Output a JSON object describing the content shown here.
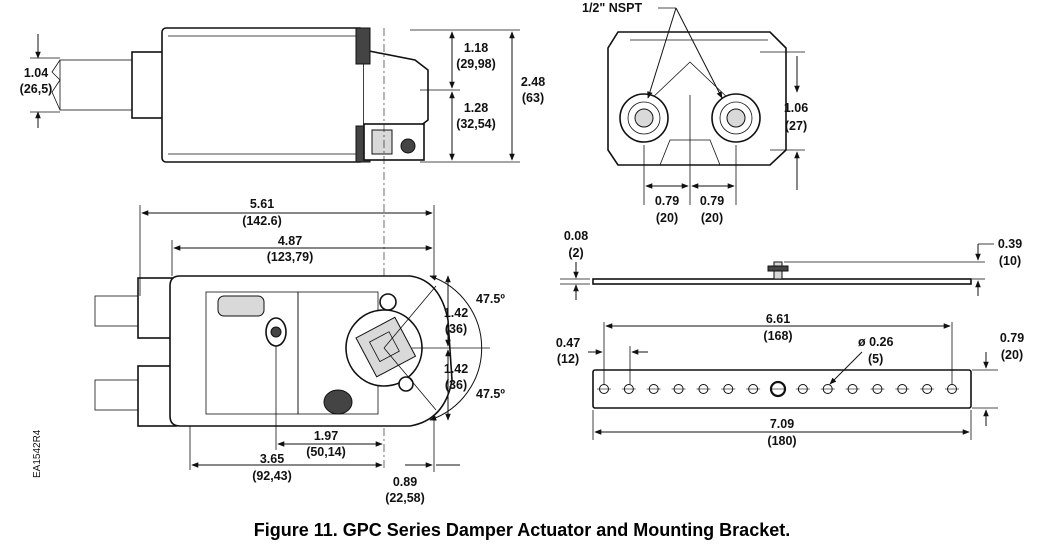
{
  "caption": "Figure 11.  GPC Series Damper Actuator and Mounting Bracket.",
  "doc_code": "EA1542R4",
  "top_view": {
    "cable_in": "1.04",
    "cable_mm": "(26,5)",
    "upper_in": "1.18",
    "upper_mm": "(29,98)",
    "lower_in": "1.28",
    "lower_mm": "(32,54)",
    "total_in": "2.48",
    "total_mm": "(63)"
  },
  "end_view": {
    "conduit_label": "1/2\" NSPT",
    "height_in": "1.06",
    "height_mm": "(27)",
    "left_in": "0.79",
    "left_mm": "(20)",
    "right_in": "0.79",
    "right_mm": "(20)"
  },
  "front_view": {
    "length_in": "5.61",
    "length_mm": "(142.6)",
    "inner_in": "4.87",
    "inner_mm": "(123,79)",
    "upper_half_in": "1.42",
    "upper_half_mm": "(36)",
    "lower_half_in": "1.42",
    "lower_half_mm": "(36)",
    "angle_top": "47.5º",
    "angle_bottom": "47.5º",
    "shaft_in": "1.97",
    "shaft_mm": "(50,14)",
    "base_in": "3.65",
    "base_mm": "(92,43)",
    "offset_in": "0.89",
    "offset_mm": "(22,58)"
  },
  "bracket": {
    "thick_in": "0.08",
    "thick_mm": "(2)",
    "stud_in": "0.39",
    "stud_mm": "(10)",
    "hole_span_in": "6.61",
    "hole_span_mm": "(168)",
    "edge_in": "0.47",
    "edge_mm": "(12)",
    "hole_dia_in": "ø 0.26",
    "hole_dia_mm": "(5)",
    "width_in": "0.79",
    "width_mm": "(20)",
    "total_in": "7.09",
    "total_mm": "(180)"
  }
}
